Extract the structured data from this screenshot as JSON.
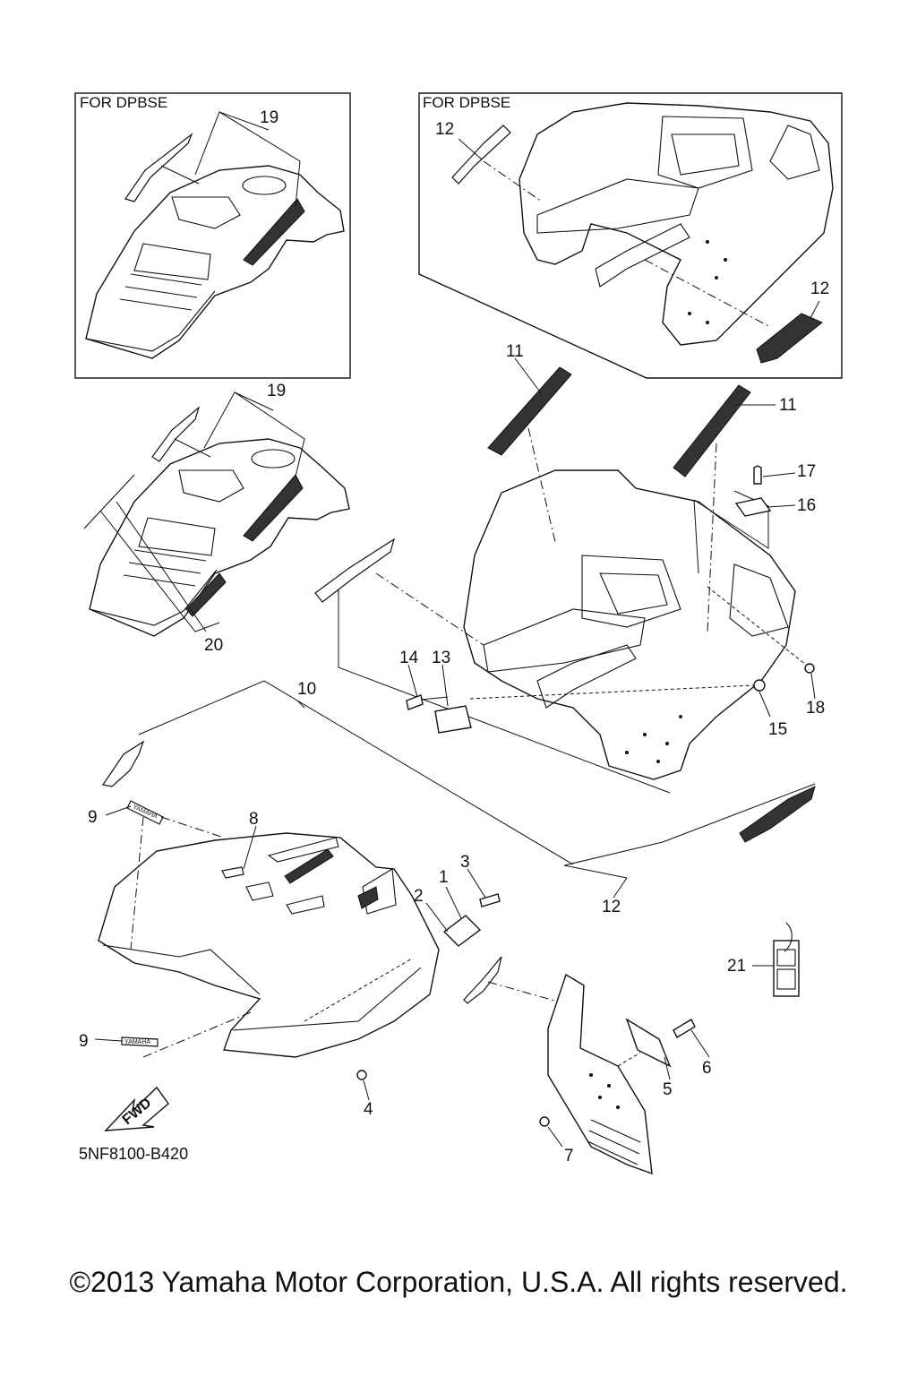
{
  "box_labels": {
    "left": "FOR DPBSE",
    "right": "FOR DPBSE"
  },
  "callouts": {
    "c1": "1",
    "c2": "2",
    "c3": "3",
    "c4": "4",
    "c5": "5",
    "c6": "6",
    "c7": "7",
    "c8": "8",
    "c9a": "9",
    "c9b": "9",
    "c10": "10",
    "c11a": "11",
    "c11b": "11",
    "c12a": "12",
    "c12b": "12",
    "c12c": "12",
    "c13": "13",
    "c14": "14",
    "c15": "15",
    "c16": "16",
    "c17": "17",
    "c18": "18",
    "c19a": "19",
    "c19b": "19",
    "c20": "20",
    "c21": "21"
  },
  "decal_text": "YAMAHA",
  "fwd_label": "FWD",
  "part_code": "5NF8100-B420",
  "copyright": "©2013 Yamaha Motor Corporation, U.S.A. All rights reserved."
}
